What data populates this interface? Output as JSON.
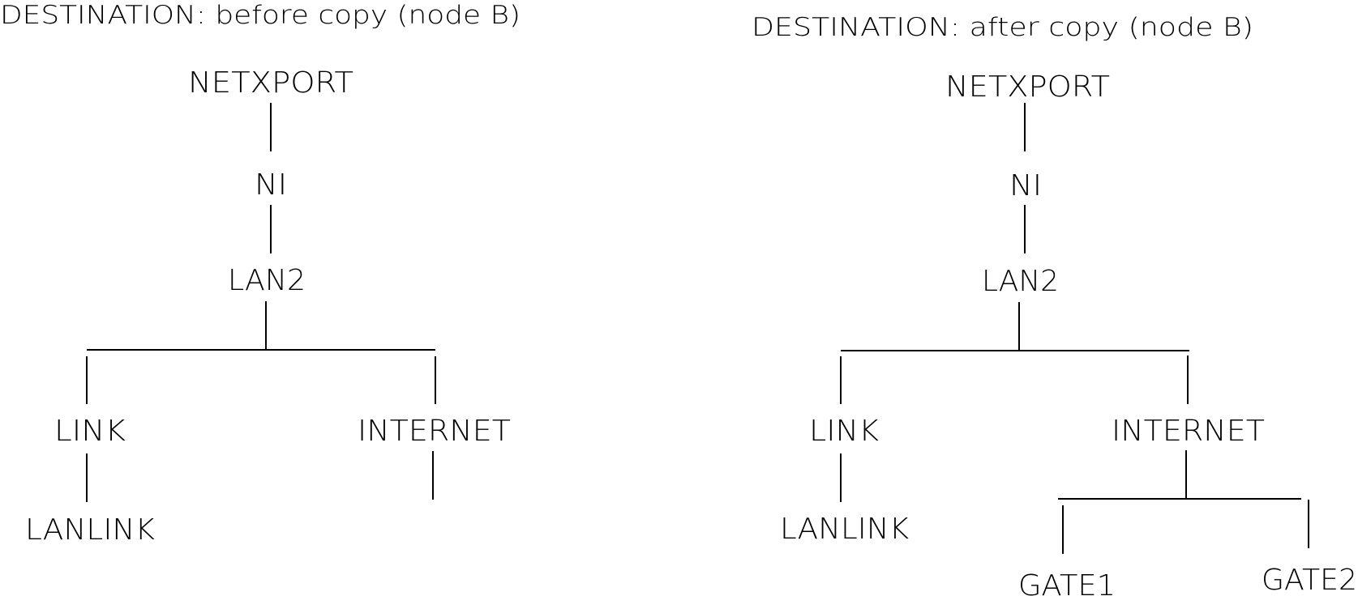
{
  "diagrams": [
    {
      "title": "DESTINATION: before copy (node B)",
      "nodes": {
        "root": "NETXPORT",
        "ni": "NI",
        "lan": "LAN2",
        "link": "LINK",
        "internet": "INTERNET",
        "lanlink": "LANLINK"
      }
    },
    {
      "title": "DESTINATION: after copy (node B)",
      "nodes": {
        "root": "NETXPORT",
        "ni": "NI",
        "lan": "LAN2",
        "link": "LINK",
        "internet": "INTERNET",
        "lanlink": "LANLINK",
        "gate1": "GATE1",
        "gate2": "GATE2"
      }
    }
  ]
}
